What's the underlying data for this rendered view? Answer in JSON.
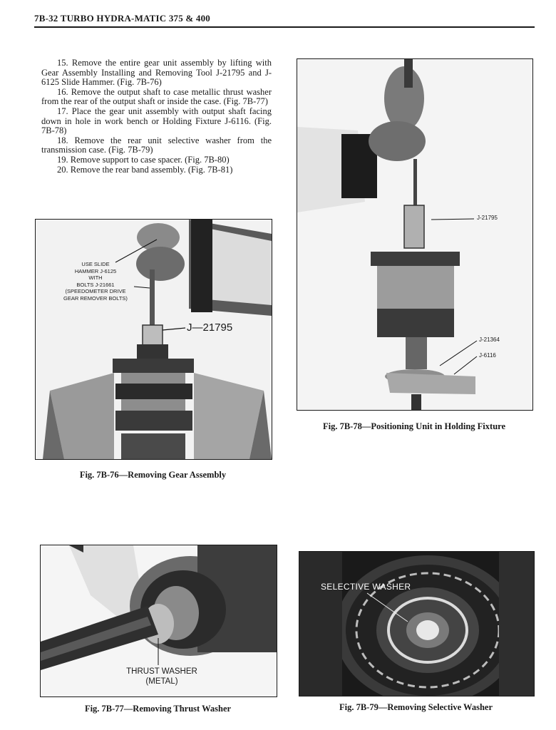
{
  "header": {
    "title": "7B-32  TURBO HYDRA-MATIC 375 & 400"
  },
  "steps": [
    "15. Remove the entire gear unit assembly by lifting with Gear Assembly Installing and Removing Tool J-21795 and J-6125 Slide Hammer. (Fig. 7B-76)",
    "16. Remove the output shaft to case metallic thrust washer from the rear of the output shaft or inside the case. (Fig. 7B-77)",
    "17. Place the gear unit assembly with output shaft facing down in hole in work bench or Holding Fixture J-6116. (Fig. 7B-78)",
    "18. Remove the rear unit selective washer from the transmission case. (Fig. 7B-79)",
    "19. Remove support to case spacer. (Fig. 7B-80)",
    "20. Remove the rear band assembly. (Fig. 7B-81)"
  ],
  "figures": {
    "fig76": {
      "caption": "Fig. 7B-76—Removing Gear Assembly",
      "callout_slide": [
        "USE SLIDE",
        "HAMMER J-6125",
        "WITH",
        "BOLTS J-21661",
        "(SPEEDOMETER DRIVE",
        "GEAR REMOVER BOLTS)"
      ],
      "callout_tool": "J—21795"
    },
    "fig77": {
      "caption": "Fig. 7B-77—Removing Thrust Washer",
      "callout": [
        "THRUST WASHER",
        "(METAL)"
      ]
    },
    "fig78": {
      "caption": "Fig. 7B-78—Positioning Unit in Holding Fixture",
      "callouts": [
        "J-21795",
        "J-21364",
        "J-6116"
      ]
    },
    "fig79": {
      "caption": "Fig. 7B-79—Removing Selective Washer",
      "callout": "SELECTIVE WASHER"
    }
  }
}
